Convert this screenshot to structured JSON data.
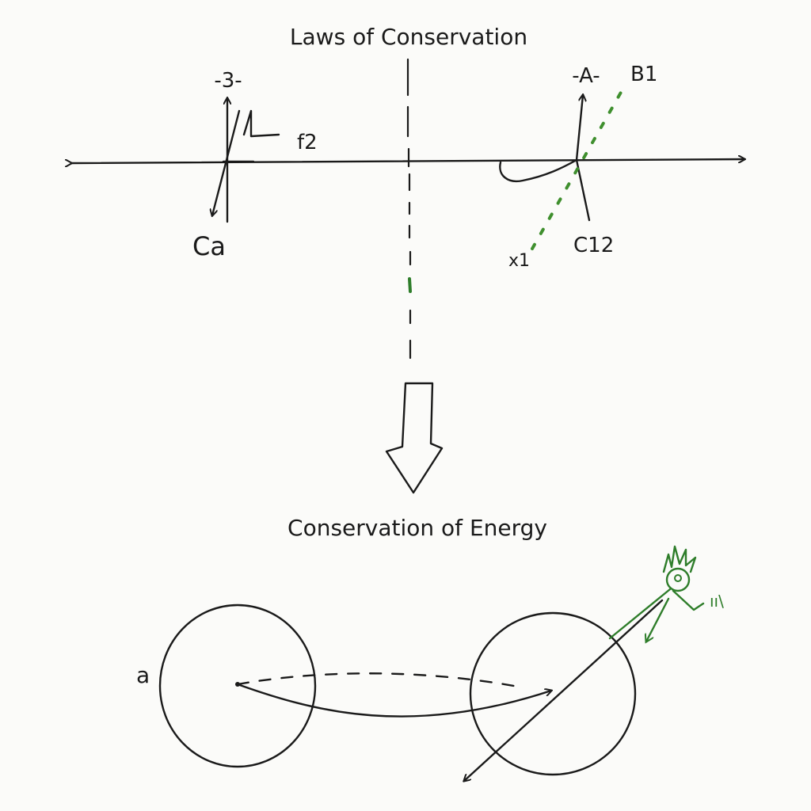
{
  "titles": {
    "top": "Laws of Conservation",
    "middle": "Conservation of Energy"
  },
  "labels": {
    "left_top": "-3-",
    "left_f": "f2",
    "left_bottom": "Ca",
    "right_top": "-A-",
    "right_b": "B1",
    "right_bottom": "C12",
    "right_x": "x1",
    "circle_left": "a",
    "figure_marks": "ıı\\"
  },
  "colors": {
    "ink": "#1a1a1a",
    "accent": "#2e7d2a",
    "background": "#fbfbf9"
  }
}
